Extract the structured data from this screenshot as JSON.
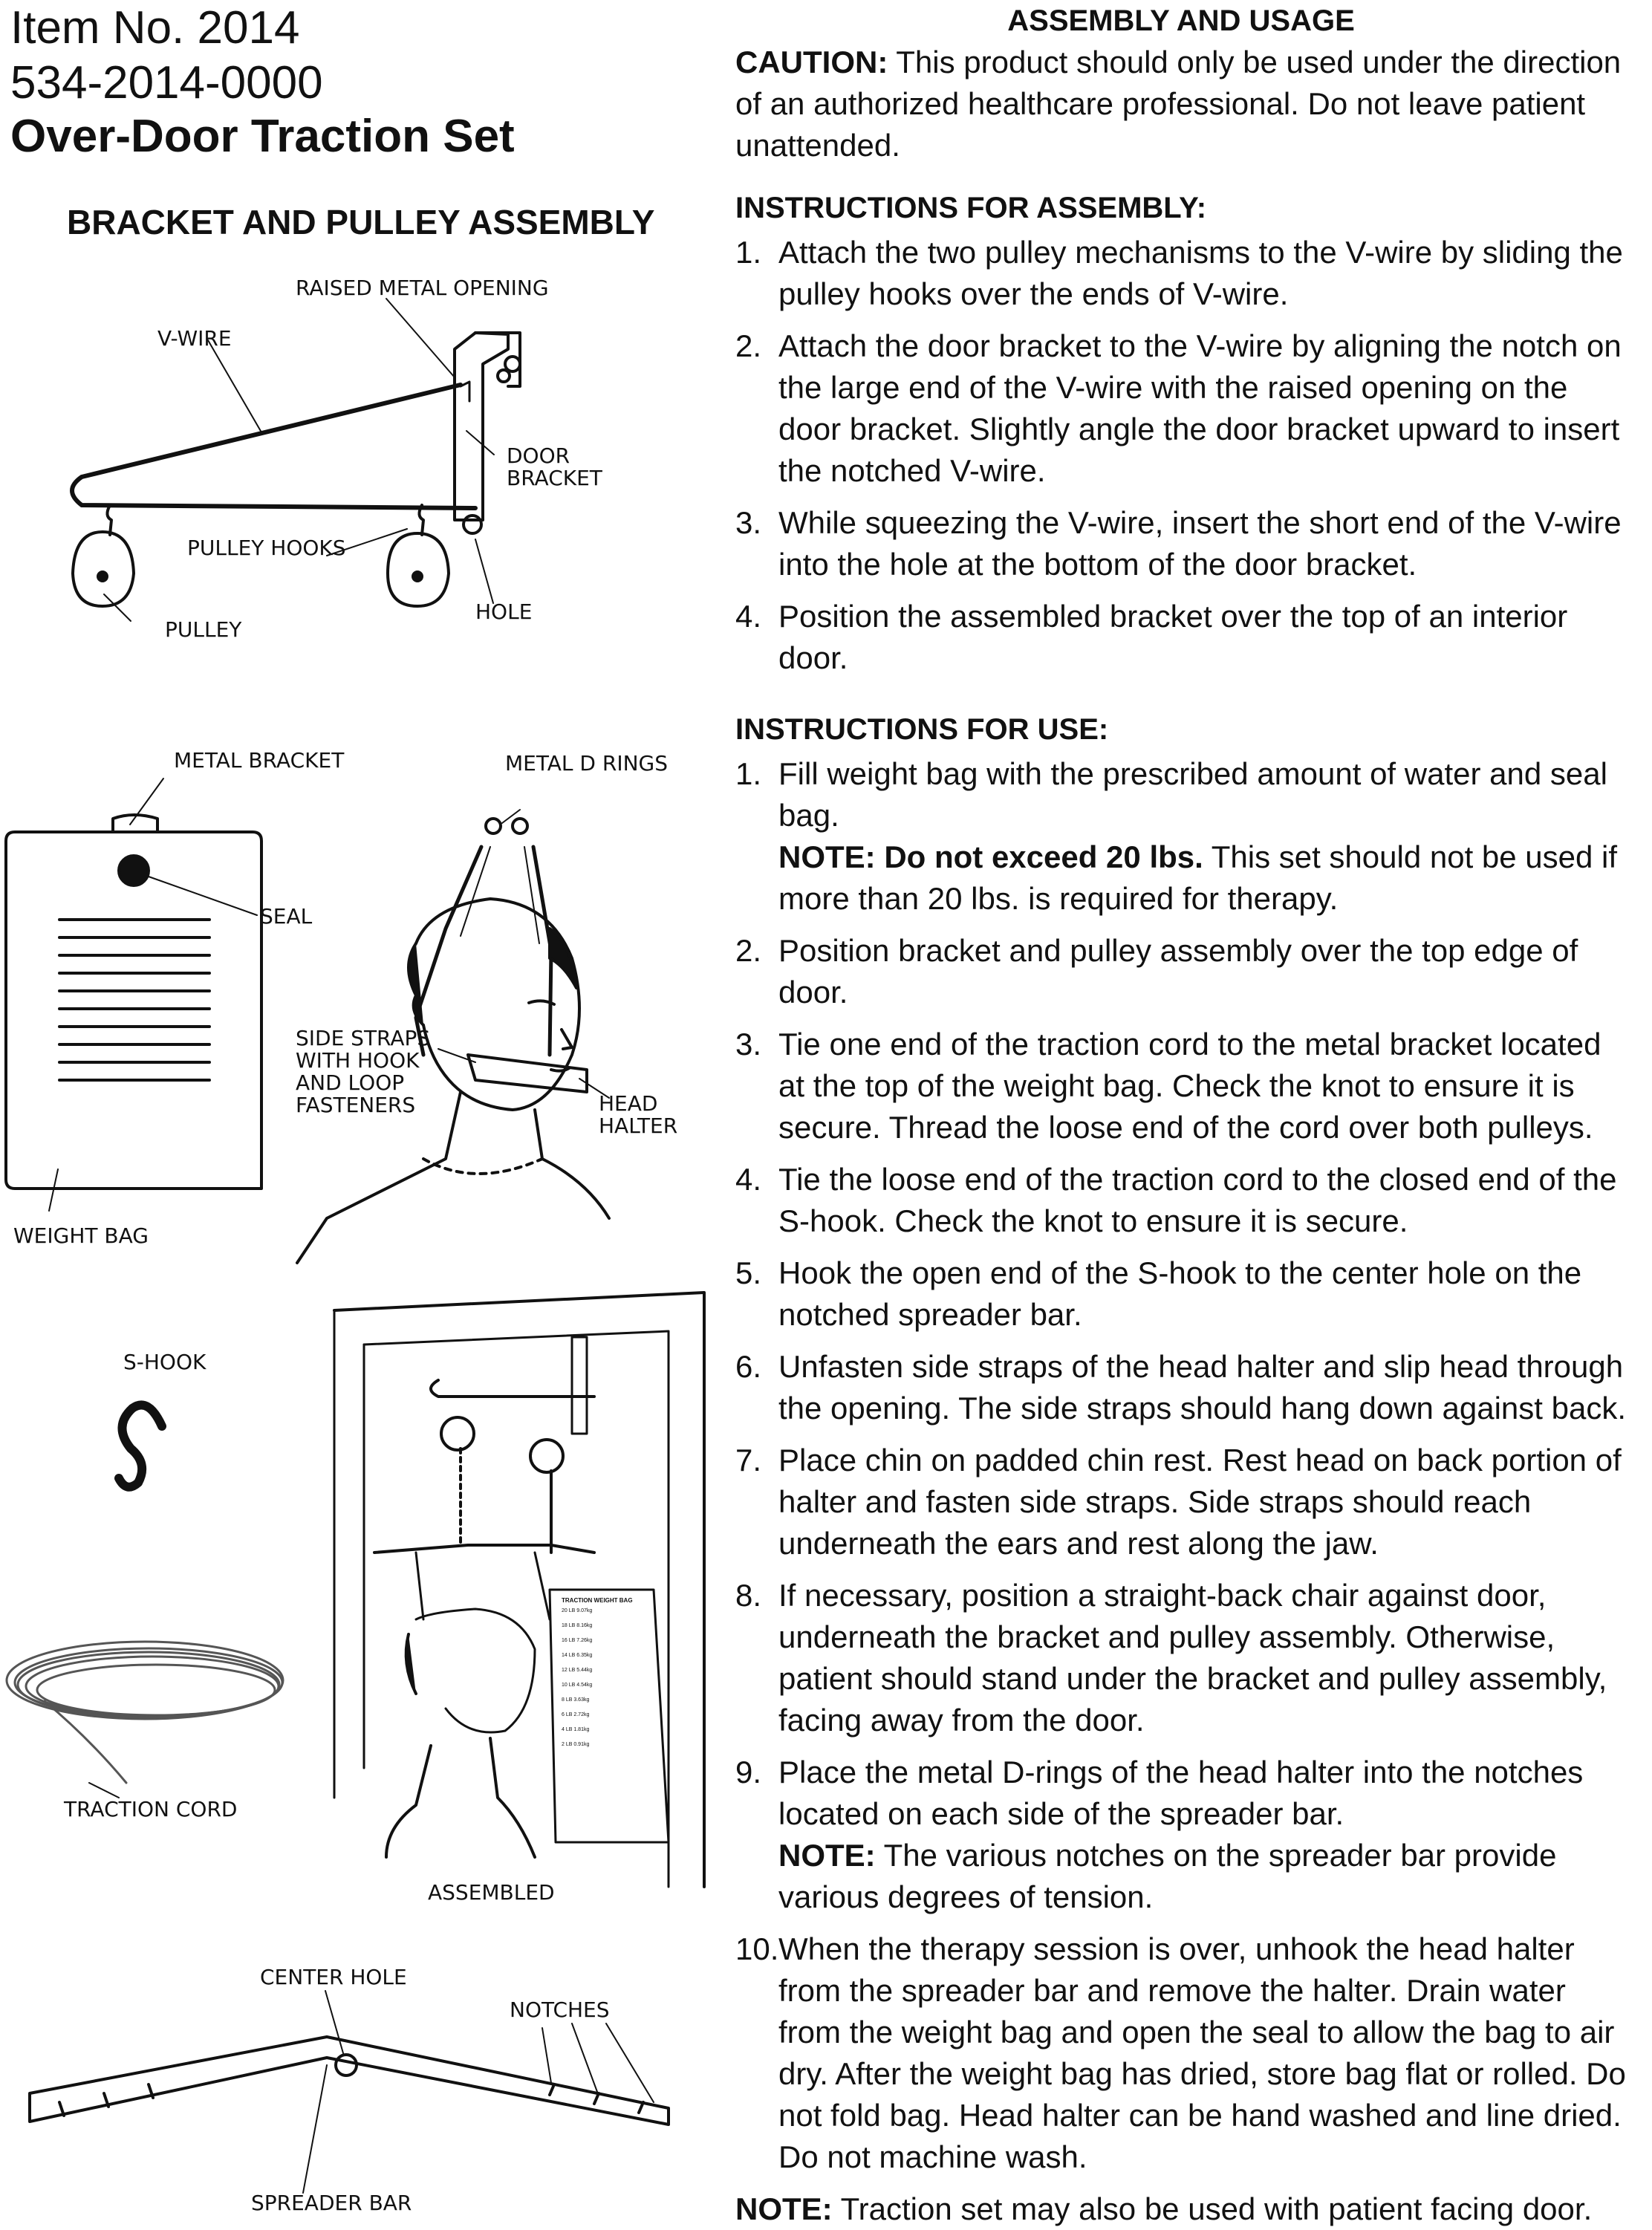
{
  "header": {
    "item_no": "Item No. 2014",
    "part_no": "534-2014-0000",
    "product_name": "Over-Door Traction Set"
  },
  "left": {
    "section_title": "BRACKET AND PULLEY ASSEMBLY",
    "labels": {
      "raised_metal_opening": "RAISED METAL OPENING",
      "v_wire": "V-WIRE",
      "door_bracket_1": "DOOR",
      "door_bracket_2": "BRACKET",
      "pulley_hooks": "PULLEY HOOKS",
      "hole": "HOLE",
      "pulley": "PULLEY",
      "metal_bracket": "METAL BRACKET",
      "metal_d_rings": "METAL D RINGS",
      "seal": "SEAL",
      "side_straps_1": "SIDE STRAPS",
      "side_straps_2": "WITH HOOK",
      "side_straps_3": "AND LOOP",
      "side_straps_4": "FASTENERS",
      "head_halter_1": "HEAD",
      "head_halter_2": "HALTER",
      "weight_bag": "WEIGHT BAG",
      "s_hook": "S-HOOK",
      "traction_cord": "TRACTION CORD",
      "assembled": "ASSEMBLED",
      "center_hole": "CENTER HOLE",
      "notches": "NOTCHES",
      "spreader_bar": "SPREADER BAR"
    }
  },
  "right": {
    "title": "ASSEMBLY AND USAGE",
    "caution_label": "CAUTION:",
    "caution_text": " This product should only be used under the direction of an authorized healthcare professional. Do not leave patient unattended.",
    "assembly_heading": "INSTRUCTIONS FOR ASSEMBLY:",
    "assembly_steps": [
      {
        "num": "1.",
        "text": "Attach the two pulley mechanisms to the V-wire by sliding the pulley hooks over the ends of V-wire."
      },
      {
        "num": "2.",
        "text": "Attach the door bracket to the V-wire by aligning the notch on the large end of the V-wire with the raised opening on the door bracket. Slightly angle the door bracket upward to insert the notched V-wire."
      },
      {
        "num": "3.",
        "text": "While squeezing the V-wire, insert the short end of the V-wire into the hole at the bottom of the door bracket."
      },
      {
        "num": "4.",
        "text": "Position the assembled bracket over the top of an interior door."
      }
    ],
    "use_heading": "INSTRUCTIONS FOR USE:",
    "use_steps": {
      "s1_num": "1.",
      "s1_text": "Fill weight bag with the prescribed amount of water and seal bag.",
      "s1_note_bold": "NOTE: Do not exceed 20 lbs.",
      "s1_note_rest": " This set should not be used if more than 20 lbs. is required for therapy.",
      "s2_num": "2.",
      "s2_text": "Position bracket and pulley assembly over the top edge of door.",
      "s3_num": "3.",
      "s3_text": "Tie one end of the traction cord to the metal bracket located at the top of the weight bag. Check the knot to ensure it is secure. Thread the loose end of the cord over both pulleys.",
      "s4_num": "4.",
      "s4_text": "Tie the loose end of the traction cord to the closed end of the S-hook. Check the knot to ensure it is secure.",
      "s5_num": "5.",
      "s5_text": "Hook the open end of the S-hook to the center hole on the notched spreader bar.",
      "s6_num": "6.",
      "s6_text": "Unfasten side straps of the head halter and slip head through the opening. The side straps should hang down against back.",
      "s7_num": "7.",
      "s7_text": "Place chin on padded chin rest. Rest head on back portion of halter and fasten side straps. Side straps should reach underneath the ears and rest along the jaw.",
      "s8_num": "8.",
      "s8_text": "If necessary, position a straight-back chair against door, underneath the bracket and pulley assembly. Otherwise, patient should stand under the bracket and pulley assembly, facing away from the door.",
      "s9_num": "9.",
      "s9_text": "Place the metal D-rings of the head halter into the notches located on each side of the spreader bar.",
      "s9_note_bold": "NOTE:",
      "s9_note_rest": " The various notches on the spreader bar provide various degrees of tension.",
      "s10_num": "10.",
      "s10_text": "When the therapy session is over, unhook the head halter from the spreader bar and remove the halter. Drain water from the weight bag and open the seal to allow the bag to air dry. After the weight bag has dried, store bag flat or rolled. Do not fold bag. Head halter can be hand washed and line dried. Do not machine wash."
    },
    "final_note_bold": "NOTE:",
    "final_note_rest": " Traction set may also be used with patient facing door."
  },
  "bag_chart": {
    "title": "TRACTION WEIGHT BAG",
    "rows": [
      "20 LB  9.07kg",
      "18 LB  8.16kg",
      "16 LB  7.26kg",
      "14 LB  6.35kg",
      "12 LB  5.44kg",
      "10 LB  4.54kg",
      "8 LB  3.63kg",
      "6 LB  2.72kg",
      "4 LB  1.81kg",
      "2 LB  0.91kg"
    ]
  }
}
